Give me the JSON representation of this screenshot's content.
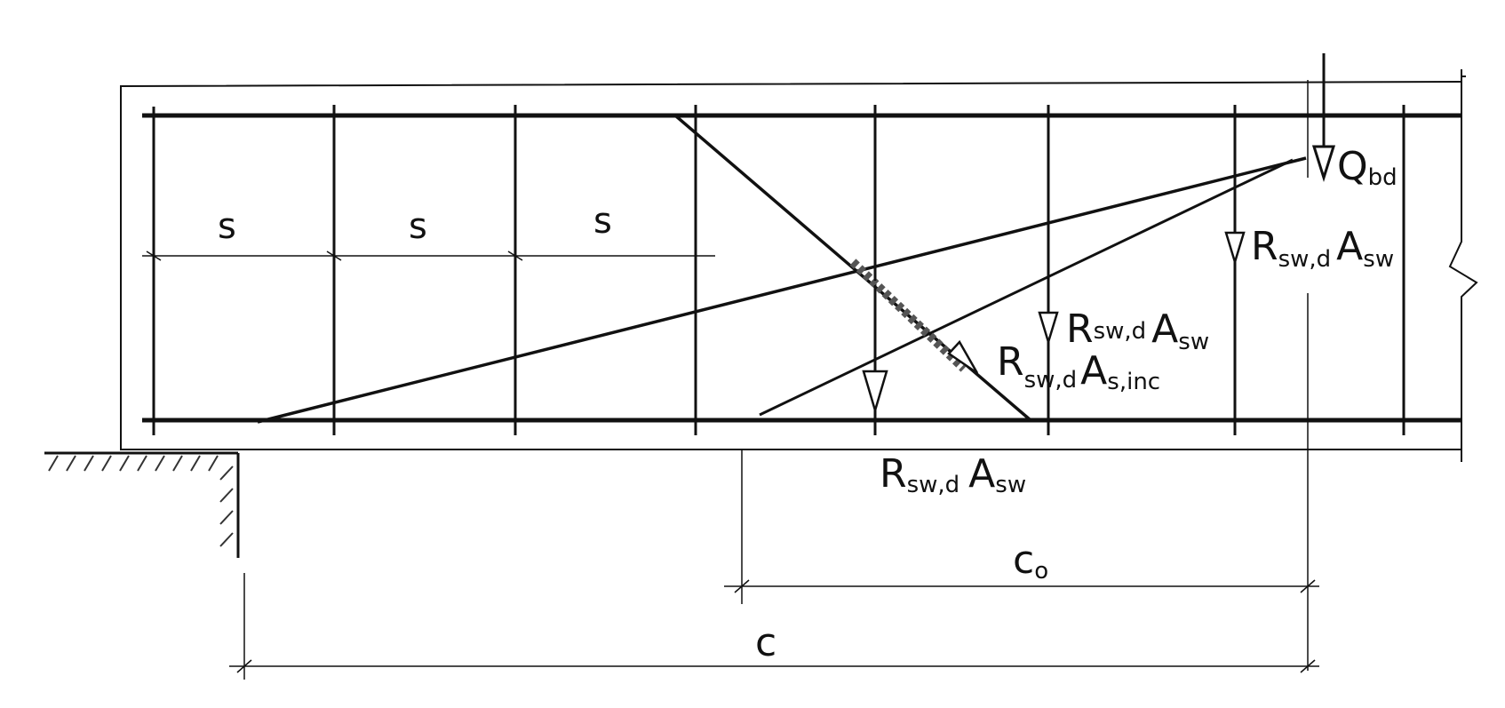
{
  "colors": {
    "ink": "#111111",
    "paper": "#ffffff",
    "hatch": "#333333"
  },
  "labels": {
    "spacing_1": "s",
    "spacing_2": "s",
    "spacing_3": "s",
    "load": {
      "main": "Q",
      "sub": "bd"
    },
    "force_top_right": {
      "r": "R",
      "r_sub": "sw,d",
      "a": "A",
      "a_sub": "sw"
    },
    "force_mid": {
      "r": "R",
      "r_sub": "sw,d",
      "a": "A",
      "a_sub": "sw"
    },
    "force_inclined": {
      "r": "R",
      "r_sub": "sw,d",
      "a": "A",
      "a_sub": "s,inc"
    },
    "force_bottom": {
      "r": "R",
      "r_sub": "sw,d",
      "a": "A",
      "a_sub": "sw"
    },
    "dim_c0": {
      "main": "c",
      "sub": "o"
    },
    "dim_c": "c"
  }
}
